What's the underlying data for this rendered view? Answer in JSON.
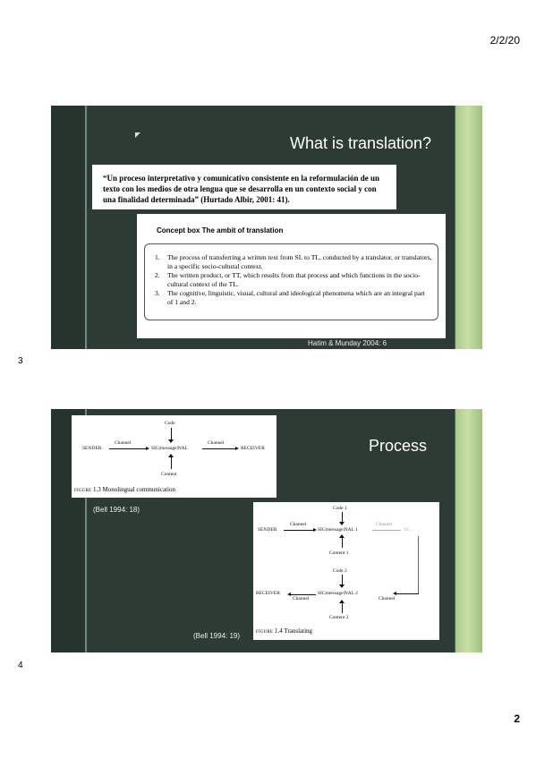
{
  "header": {
    "date": "2/2/20"
  },
  "footer": {
    "page_number": "2"
  },
  "slides": [
    {
      "number": "3",
      "title": "What is translation?",
      "quote": "“Un proceso interpretativo y comunicativo consistente en la reformulación de un texto con los medios de otra lengua que se desarrolla en un contexto social y con una finalidad determinada” (Hurtado Albir, 2001: 41).",
      "concept_box": {
        "title": "Concept box   The ambit of translation",
        "items": [
          {
            "num": "1.",
            "text": "The process of transferring a written text from SL to TL, conducted by a translator, or translators, in a specific socio-cultural context."
          },
          {
            "num": "2.",
            "text": "The written product, or TT, which results from that process and which functions in the socio-cultural context of the TL."
          },
          {
            "num": "3.",
            "text": "The cognitive, linguistic, visual, cultural and ideological phenomena which are an integral part of 1 and 2."
          }
        ]
      },
      "citation": "Hatim & Munday 2004: 6"
    },
    {
      "number": "4",
      "title": "Process",
      "figure1": {
        "code": "Code",
        "sender": "SENDER",
        "channel1": "Channel",
        "signal": "SIG|message|NAL",
        "channel2": "Channel",
        "receiver": "RECEIVER",
        "content": "Content",
        "caption_label": "FIGURE",
        "caption_num": "1.3",
        "caption_text": "Monolingual communication"
      },
      "citation1": "(Bell 1994: 18)",
      "figure2": {
        "code1": "Code 1",
        "sender": "SENDER",
        "channel1": "Channel",
        "signal1": "SIG|message|NAL 1",
        "channel_faded": "Channel",
        "receiver_faded": "RE...",
        "content1": "Content 1",
        "code2": "Code 2",
        "receiver": "RECEIVER",
        "channel3": "Channel",
        "signal2": "SIG|message|NAL 2",
        "channel4": "Channel",
        "content2": "Content 2",
        "caption_label": "FIGURE",
        "caption_num": "1.4",
        "caption_text": "Translating"
      },
      "citation2": "(Bell 1994: 19)"
    }
  ]
}
